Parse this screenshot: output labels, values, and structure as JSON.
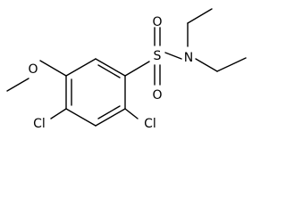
{
  "atoms": {
    "o_methoxy": "O",
    "s": "S",
    "o_top": "O",
    "o_bottom": "O",
    "n": "N",
    "cl_left": "Cl",
    "cl_right": "Cl"
  },
  "colors": {
    "ink": "#000000",
    "background": "#ffffff"
  }
}
